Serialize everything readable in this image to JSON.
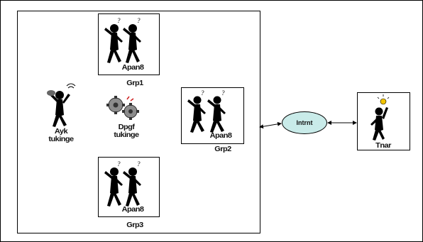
{
  "diagram": {
    "nodes": {
      "group_top": {
        "caption": "Apan8",
        "label": "Grp1"
      },
      "group_mid": {
        "caption": "Apan8",
        "label": "Grp2"
      },
      "group_bot": {
        "caption": "Apan8",
        "label": "Grp3"
      },
      "ask_agent": {
        "label_line1": "Ayk",
        "label_line2": "tukinge"
      },
      "process_agent": {
        "label_line1": "Dpgf",
        "label_line2": "tukinge"
      },
      "internet": {
        "label": "Intrnt"
      },
      "user": {
        "label": "Tnar"
      }
    },
    "connectors": [
      {
        "from": "group_mid",
        "to": "internet",
        "style": "double-arrow"
      },
      {
        "from": "internet",
        "to": "user",
        "style": "double-arrow"
      }
    ],
    "colors": {
      "internet_fill": "#c9ebe9",
      "gear_fill": "#8c8c8c",
      "lightbulb": "#f2c400",
      "figure": "#000000"
    }
  }
}
